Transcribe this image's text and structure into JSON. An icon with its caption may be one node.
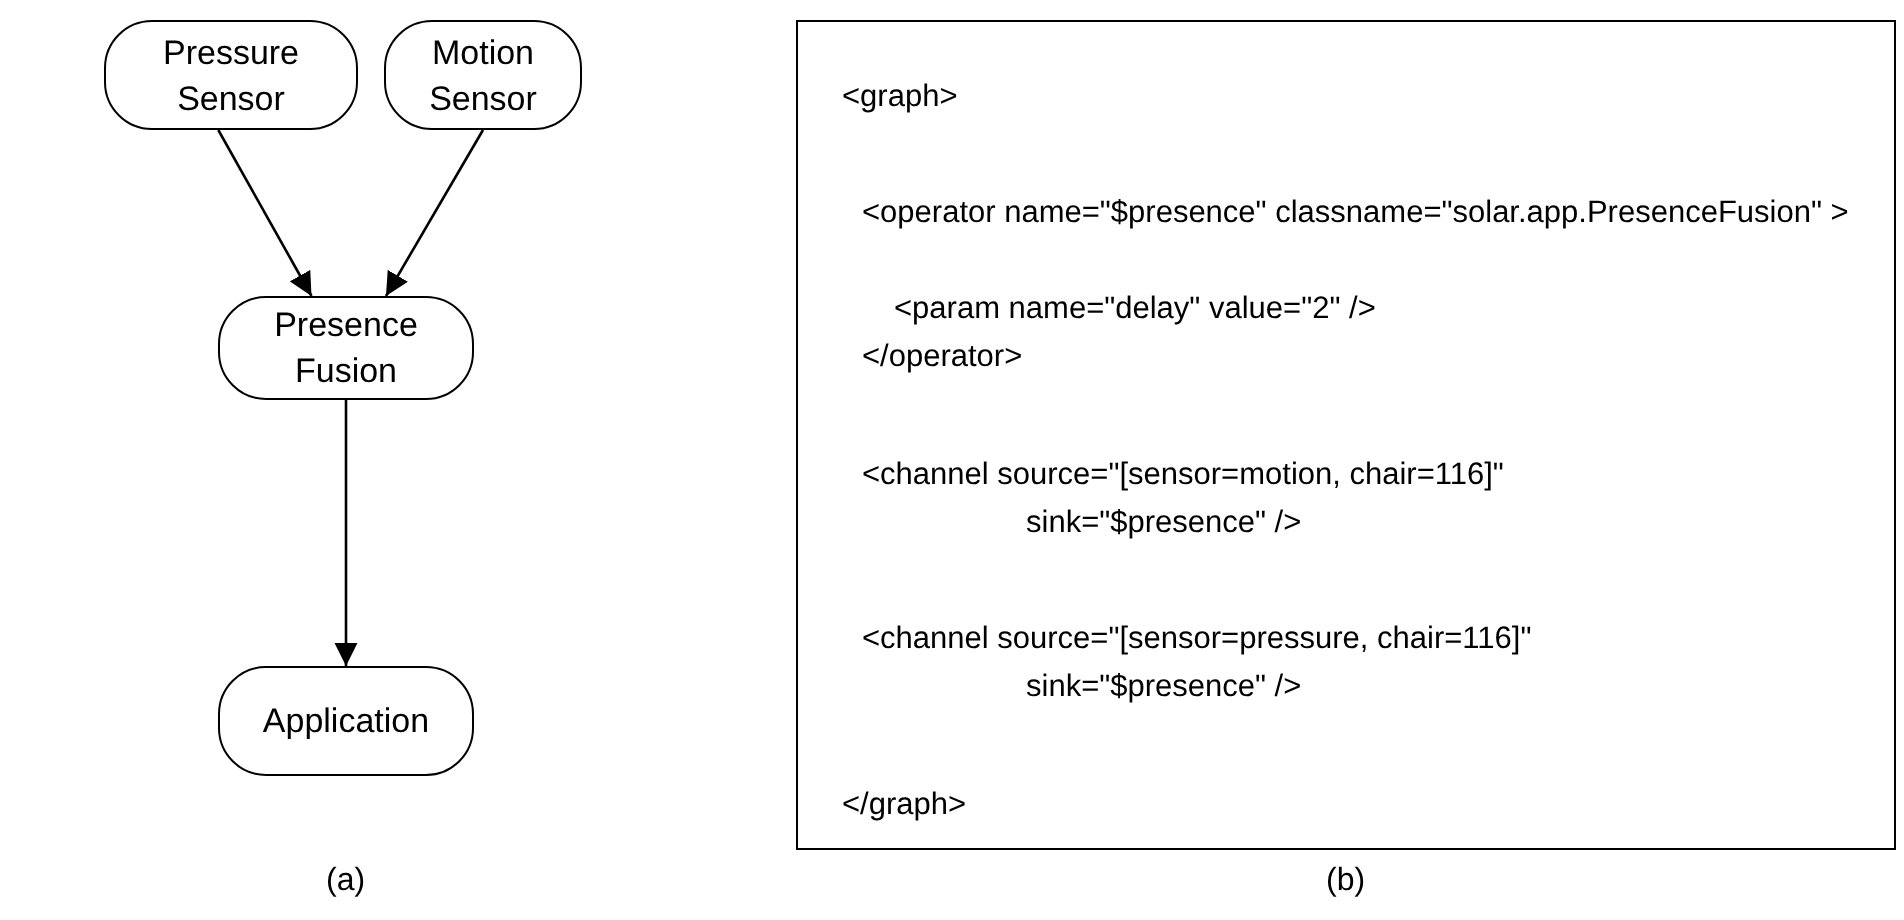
{
  "diagram": {
    "nodes": [
      {
        "text": [
          "Pressure Sensor"
        ]
      },
      {
        "text": [
          "Motion Sensor"
        ]
      },
      {
        "text": [
          "Presence Fusion"
        ]
      },
      {
        "text": [
          "Application"
        ]
      },
      {
        "text": [
          "<graph>",
          "<operator name=\"$presence\" classname=\"solar.app.PresenceFusion\" >",
          "<param name=\"delay\" value=\"2\" />",
          "</operator>",
          "<channel source=\"[sensor=motion, chair=116]\" sink=\"$presence\" />",
          "<channel source=\"[sensor=pressure, chair=116]\" sink=\"$presence\" />",
          "</graph>"
        ]
      }
    ],
    "edges": [
      {
        "from": 0,
        "to": 2,
        "arrow": "to"
      },
      {
        "from": 1,
        "to": 2,
        "arrow": "to"
      },
      {
        "from": 2,
        "to": 3,
        "arrow": "to"
      }
    ],
    "labels": [
      "(a)",
      "(b)"
    ]
  }
}
